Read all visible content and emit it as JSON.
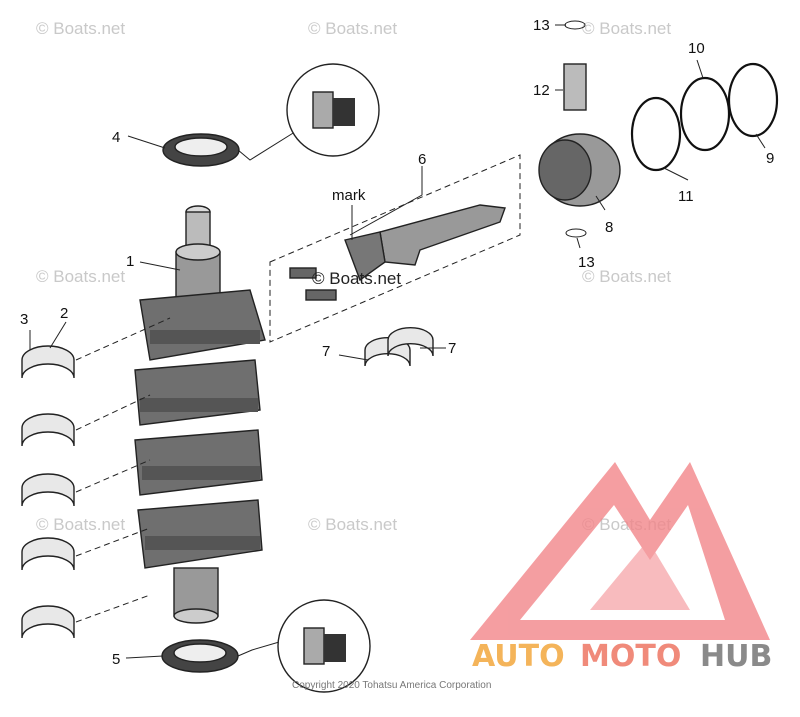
{
  "callouts": {
    "c1": "1",
    "c2": "2",
    "c3": "3",
    "c4": "4",
    "c5": "5",
    "c6": "6",
    "c7a": "7",
    "c7b": "7",
    "c8": "8",
    "c9": "9",
    "c10": "10",
    "c11": "11",
    "c12": "12",
    "c13a": "13",
    "c13b": "13",
    "mark": "mark"
  },
  "watermark": {
    "text": "© Boats.net"
  },
  "copyright": "Copyright 2020 Tohatsu America Corporation",
  "brand": {
    "part1": "AUTO",
    "part2": "MOTO",
    "part3": "HUB",
    "color1": "#f4b45a",
    "color2": "#f08a7a",
    "color3": "#8a8a8a",
    "logo_color": "#f2868a"
  }
}
